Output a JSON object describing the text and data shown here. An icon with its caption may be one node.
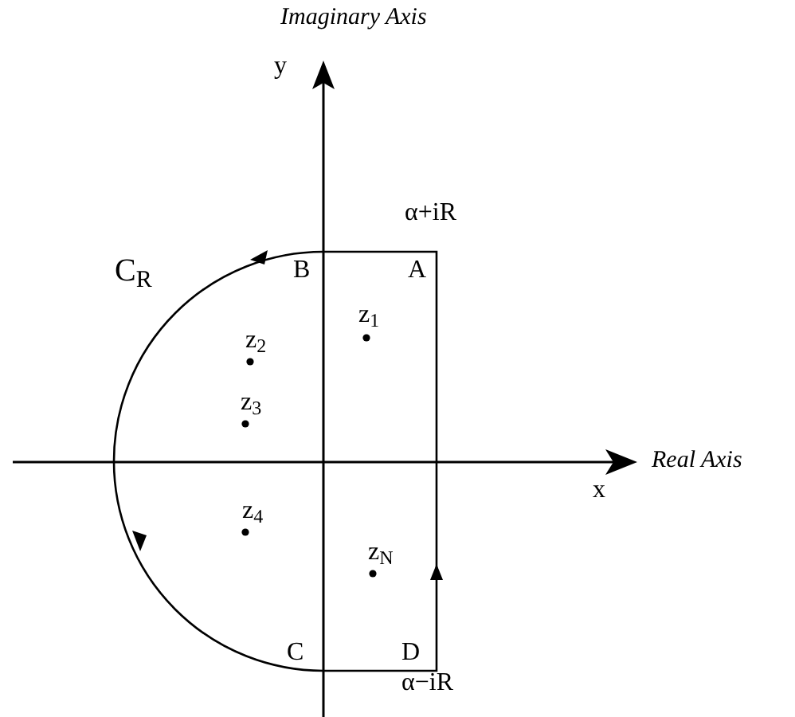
{
  "diagram": {
    "labels": [
      "Imaginary Axis",
      "y",
      "α+iR",
      "C$_{R}$",
      "B",
      "A",
      "z$_{1}$",
      "z$_{2}$",
      "z$_{3}$",
      "Real Axis",
      "x",
      "z$_{4}$",
      "z$_{N}$",
      "C",
      "D",
      "α−iR"
    ]
  }
}
